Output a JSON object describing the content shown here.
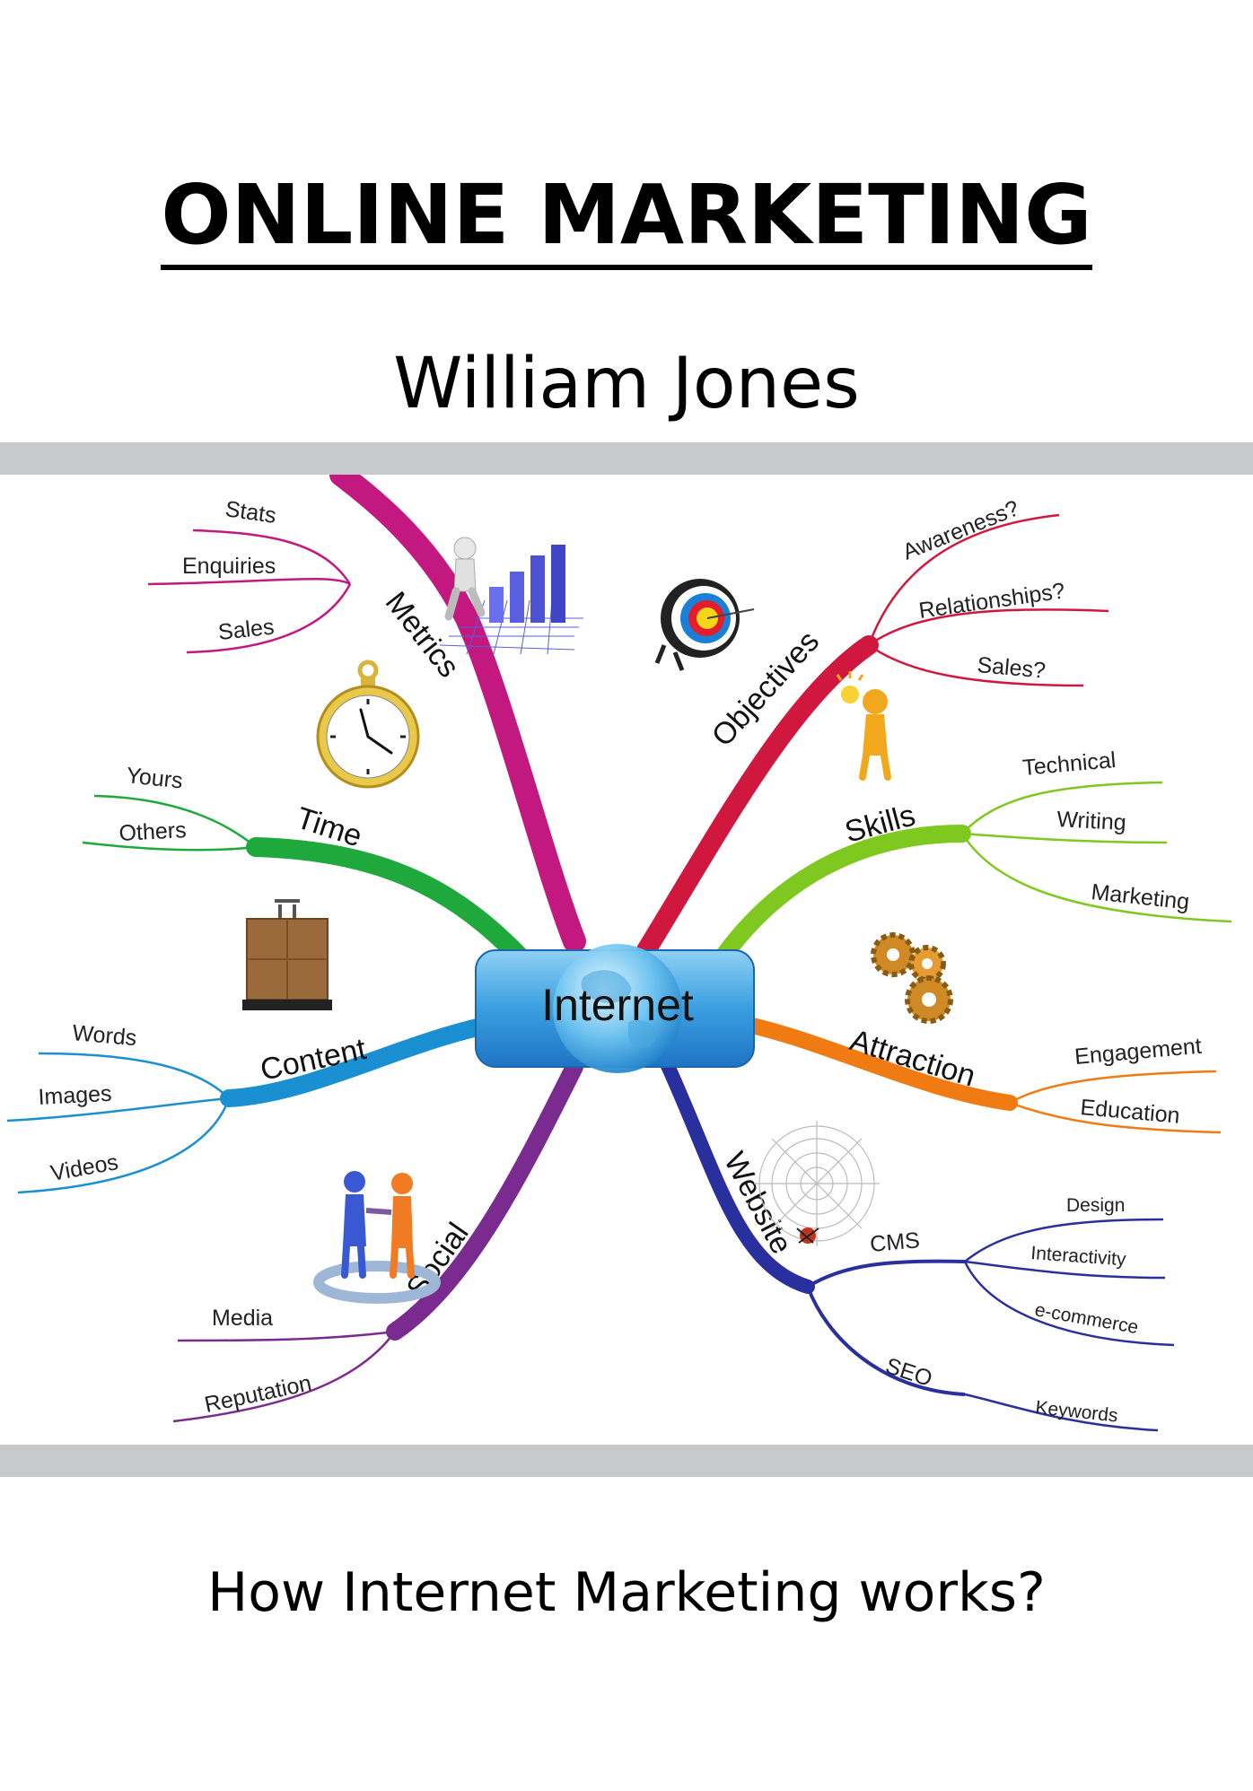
{
  "title": "ONLINE MARKETING",
  "author": "William Jones",
  "subtitle": "How Internet Marketing works?",
  "mindmap": {
    "center": "Internet",
    "branches": {
      "metrics": {
        "label": "Metrics",
        "color": "#c2187f",
        "items": [
          "Stats",
          "Enquiries",
          "Sales"
        ]
      },
      "time": {
        "label": "Time",
        "color": "#1fa83c",
        "items": [
          "Yours",
          "Others"
        ]
      },
      "content": {
        "label": "Content",
        "color": "#1a8fd1",
        "items": [
          "Words",
          "Images",
          "Videos"
        ]
      },
      "social": {
        "label": "Social",
        "color": "#7b2a8f",
        "items": [
          "Media",
          "Reputation"
        ]
      },
      "objectives": {
        "label": "Objectives",
        "color": "#d0183f",
        "items": [
          "Awareness?",
          "Relationships?",
          "Sales?"
        ]
      },
      "skills": {
        "label": "Skills",
        "color": "#7fc81f",
        "items": [
          "Technical",
          "Writing",
          "Marketing"
        ]
      },
      "attraction": {
        "label": "Attraction",
        "color": "#f07b12",
        "items": [
          "Engagement",
          "Education"
        ]
      },
      "website": {
        "label": "Website",
        "color": "#2a2f9e",
        "cms": {
          "label": "CMS",
          "items": [
            "Design",
            "Interactivity",
            "e-commerce"
          ]
        },
        "seo": {
          "label": "SEO",
          "items": [
            "Keywords"
          ]
        }
      }
    }
  }
}
